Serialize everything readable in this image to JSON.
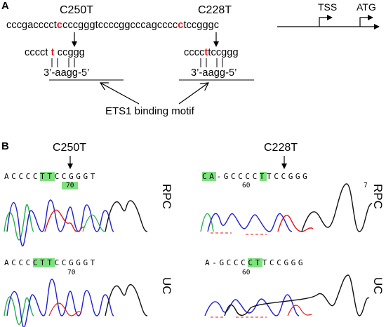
{
  "panel_a": {
    "letter": "A",
    "mutation_left": "C250T",
    "mutation_right": "C228T",
    "main_seq": {
      "pre": "cccgacccct",
      "m1": "c",
      "mid": "cccgggtccccggcccagcccc",
      "m2": "c",
      "post": "tccgggc"
    },
    "tss_label": "TSS",
    "atg_label": "ATG",
    "motif_left": {
      "pre": "cccct ",
      "mut": "t",
      "post": " ccggg"
    },
    "motif_right": {
      "pre": "cccc",
      "mut": "t",
      "post": "tccggg"
    },
    "complement_left": "3’-aagg-5’",
    "complement_right": "3’-aagg-5’",
    "ets1_label": "ETS1 binding motif"
  },
  "panel_b": {
    "letter": "B",
    "mutation_left": "C250T",
    "mutation_right": "C228T",
    "traces": [
      {
        "bases_pre": "ACCCC",
        "bases_hl": "TT",
        "bases_post": "CCGGGT",
        "position": "70",
        "sample": "RPC"
      },
      {
        "bases_pre": "",
        "bases_hl": "CA",
        "bases_post": "-GCCCC",
        "bases_hl2": "T",
        "bases_post2": "TCCGGG",
        "position": "60",
        "position2": "7",
        "sample": "RPC"
      },
      {
        "bases_pre": "ACCC",
        "bases_hl": "CTT",
        "bases_post": "CCGGGT",
        "position": "70",
        "sample": "UC"
      },
      {
        "bases_pre": "A-GCCC",
        "bases_hl": "CT",
        "bases_post": "TCCGGG",
        "position": "60",
        "sample": "UC"
      }
    ],
    "colors": {
      "A": "#22b14c",
      "C": "#1f1fd0",
      "G": "#111111",
      "T": "#e0191b",
      "highlight": "#7fe07f"
    }
  }
}
